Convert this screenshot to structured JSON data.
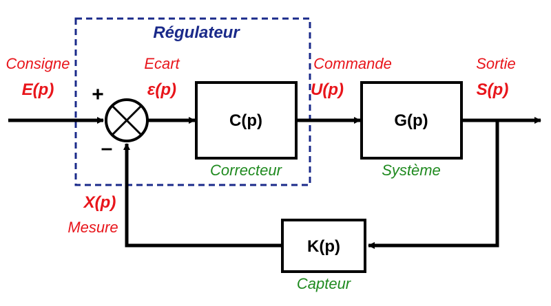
{
  "regulator": {
    "title": "Régulateur",
    "border_color": "#1a2a8a"
  },
  "signals": {
    "consigne": {
      "name": "Consigne",
      "symbol": "E(p)"
    },
    "ecart": {
      "name": "Ecart",
      "symbol": "ε(p)"
    },
    "commande": {
      "name": "Commande",
      "symbol": "U(p)"
    },
    "sortie": {
      "name": "Sortie",
      "symbol": "S(p)"
    },
    "mesure": {
      "name": "Mesure",
      "symbol": "X(p)"
    }
  },
  "summator": {
    "plus": "+",
    "minus": "–"
  },
  "blocks": {
    "correcteur": {
      "transfer": "C(p)",
      "caption": "Correcteur"
    },
    "systeme": {
      "transfer": "G(p)",
      "caption": "Système"
    },
    "capteur": {
      "transfer": "K(p)",
      "caption": "Capteur"
    }
  },
  "colors": {
    "signal_text": "#e8151b",
    "caption_text": "#1f8a1f",
    "lines": "#000000"
  }
}
